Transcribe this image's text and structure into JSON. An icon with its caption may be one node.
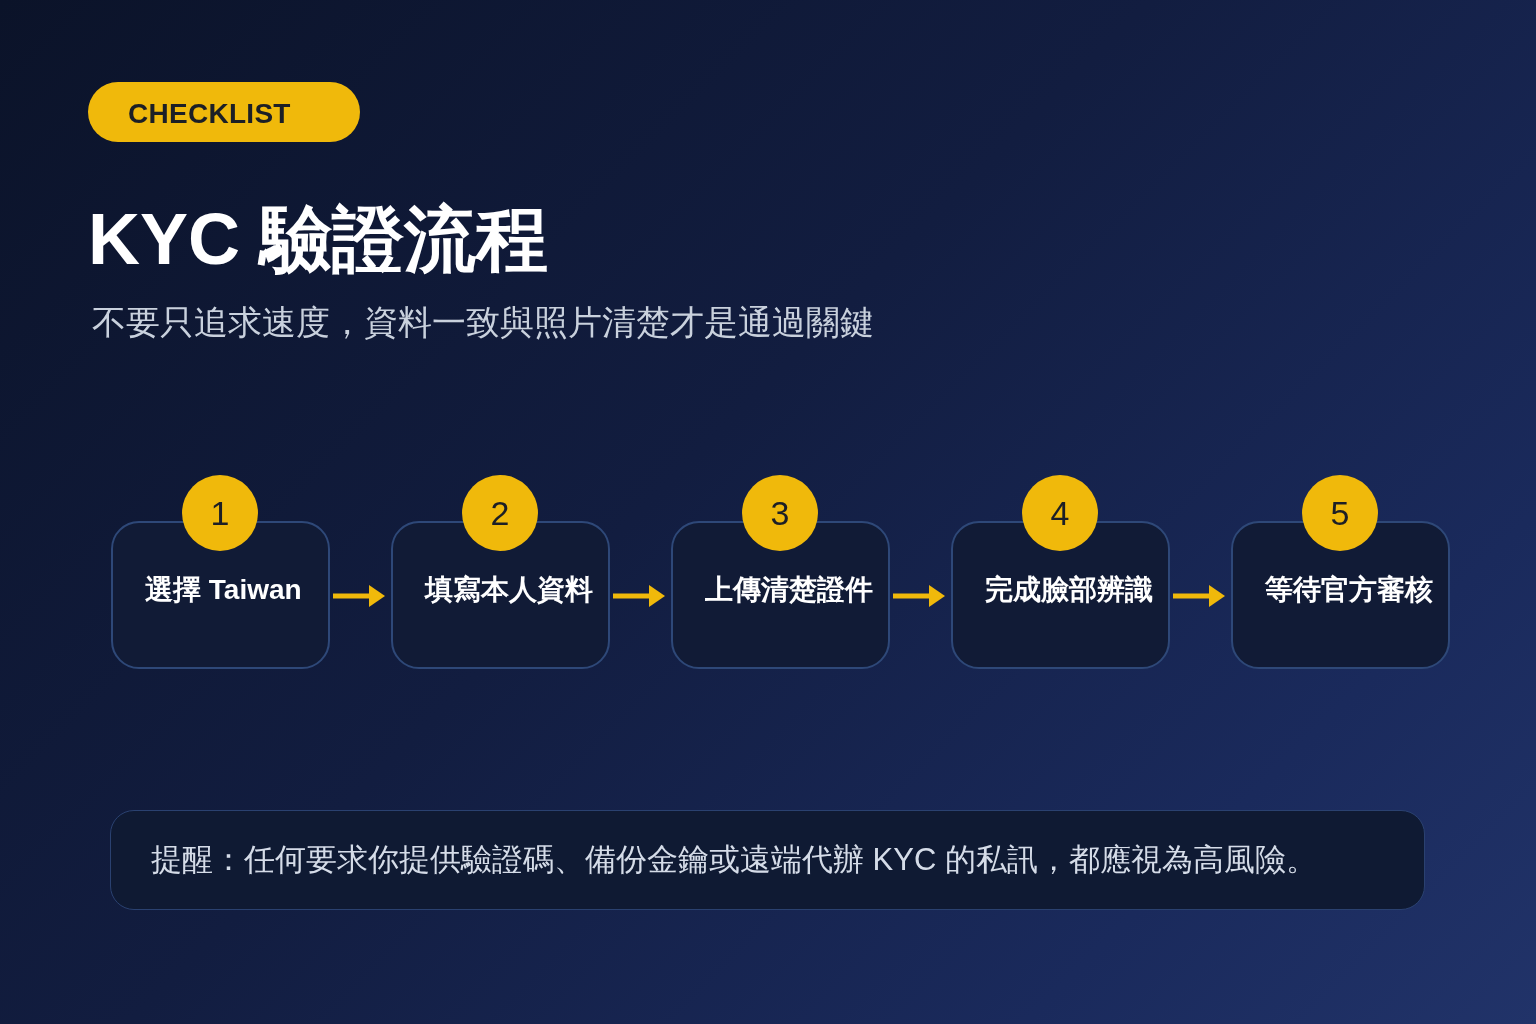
{
  "diagram": {
    "title": "KYC 驗證流程",
    "nodes": [
      {
        "text": [
          "CHECKLIST"
        ]
      },
      {
        "text": [
          "1",
          "選擇 Taiwan"
        ]
      },
      {
        "text": [
          "2",
          "填寫本人資料"
        ]
      },
      {
        "text": [
          "3",
          "上傳清楚證件"
        ]
      },
      {
        "text": [
          "4",
          "完成臉部辨識"
        ]
      },
      {
        "text": [
          "5",
          "等待官方審核"
        ]
      },
      {
        "text": [
          "提醒：任何要求你提供驗證碼、備份金鑰或遠端代辦 KYC 的私訊，都應視為高風險。"
        ]
      }
    ],
    "edges": [
      {
        "from": 1,
        "to": 2,
        "arrow": "to"
      },
      {
        "from": 2,
        "to": 3,
        "arrow": "to"
      },
      {
        "from": 3,
        "to": 4,
        "arrow": "to"
      },
      {
        "from": 4,
        "to": 5,
        "arrow": "to"
      }
    ],
    "labels": [
      "不要只追求速度，資料一致與照片清楚才是通過關鍵"
    ]
  }
}
